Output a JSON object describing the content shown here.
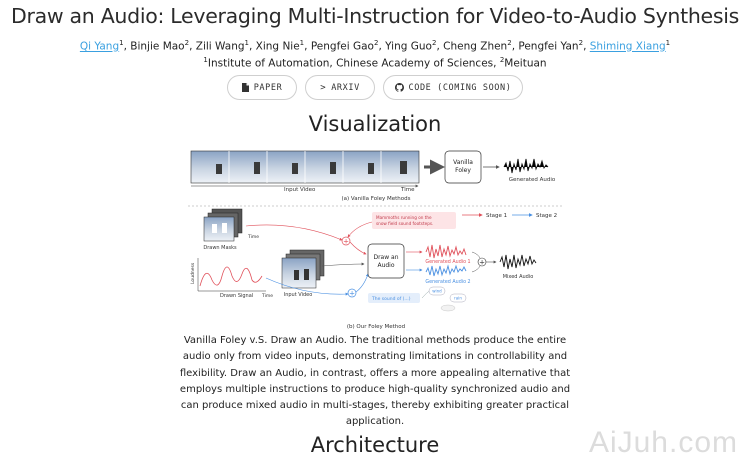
{
  "title": "Draw an Audio: Leveraging Multi-Instruction for Video-to-Audio Synthesis",
  "authors": [
    {
      "name": "Qi Yang",
      "sup": "1",
      "link": true
    },
    {
      "name": "Binjie Mao",
      "sup": "2",
      "link": false
    },
    {
      "name": "Zili Wang",
      "sup": "1",
      "link": false
    },
    {
      "name": "Xing Nie",
      "sup": "1",
      "link": false
    },
    {
      "name": "Pengfei Gao",
      "sup": "2",
      "link": false
    },
    {
      "name": "Ying Guo",
      "sup": "2",
      "link": false
    },
    {
      "name": "Cheng Zhen",
      "sup": "2",
      "link": false
    },
    {
      "name": "Pengfei Yan",
      "sup": "2",
      "link": false
    },
    {
      "name": "Shiming Xiang",
      "sup": "1",
      "link": true
    }
  ],
  "affiliations": [
    {
      "sup": "1",
      "name": "Institute of Automation, Chinese Academy of Sciences, "
    },
    {
      "sup": "2",
      "name": "Meituan"
    }
  ],
  "buttons": {
    "paper": "PAPER",
    "arxiv": "ARXIV",
    "code": "CODE (COMING SOON)"
  },
  "section_visualization": "Visualization",
  "section_architecture": "Architecture",
  "figure": {
    "input_video": "Input Video",
    "time": "Time",
    "vanilla_foley": "Vanilla\nFoley",
    "generated_audio": "Generated Audio",
    "caption_a": "(a) Vanilla Foley Methods",
    "stage1": "Stage 1",
    "stage2": "Stage 2",
    "drawn_masks": "Drawn Masks",
    "loudness": "Loudness",
    "drawn_signal": "Drawn Signal",
    "draw_an_audio": "Draw an\nAudio",
    "generated_audio_1": "Generated Audio 1",
    "generated_audio_2": "Generated Audio 2",
    "mixed_audio": "Mixed Audio",
    "prompt_text": "Mammoths running on the snow field sound footsteps.",
    "sound_of": "The sound of (...)",
    "wind": "wind",
    "rain": "rain",
    "caption_b": "(b) Our Foley Method"
  },
  "caption": "Vanilla Foley v.S. Draw an Audio. The traditional methods produce the entire audio only from video inputs, demonstrating limitations in controllability and flexibility. Draw an Audio, in contrast, offers a more appealing alternative that employs multiple instructions to produce high-quality synchronized audio and can produce mixed audio in multi-stages, thereby exhibiting greater practical application.",
  "watermark": "AiJuh.com",
  "colors": {
    "link": "#3aa0e0",
    "stage1": "#e0505a",
    "stage2": "#4a90e2"
  }
}
